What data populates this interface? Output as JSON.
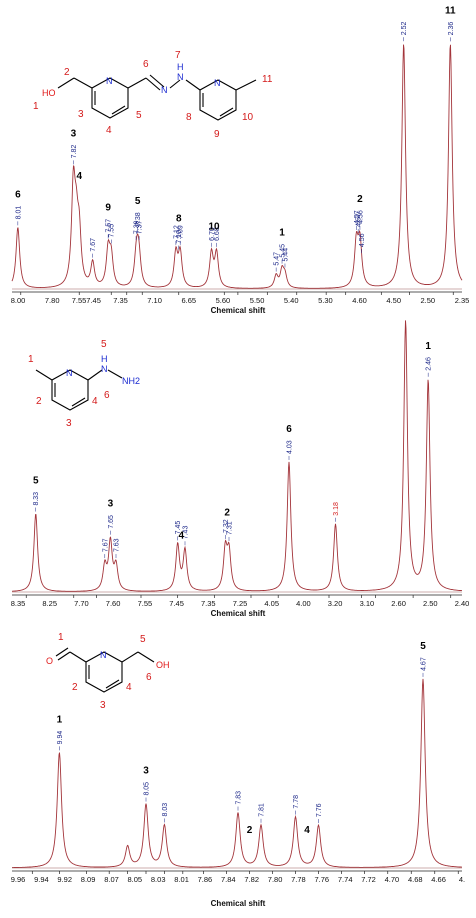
{
  "chart_data": [
    {
      "type": "line",
      "xlabel": "Chemical shift",
      "x_reversed": true,
      "segments": [
        {
          "ticks": [
            8.0,
            7.8
          ]
        },
        {
          "ticks": [
            7.55,
            7.45
          ]
        },
        {
          "ticks": [
            7.35,
            7.1
          ]
        },
        {
          "ticks": [
            6.65
          ]
        },
        {
          "ticks": [
            5.6,
            5.5,
            5.4,
            5.3
          ]
        },
        {
          "ticks": [
            4.6,
            4.5
          ]
        },
        {
          "ticks": [
            2.5,
            2.35
          ]
        }
      ],
      "tick_labels": [
        "8.00",
        "7.80",
        "7.557.45",
        "7.35",
        "7.10",
        "6.65",
        "5.60",
        "5.50",
        "5.40",
        "5.30",
        "4.60",
        "4.50",
        "2.50",
        "2.35"
      ],
      "peaks": [
        {
          "shift": 8.01,
          "height": 0.25
        },
        {
          "shift": 7.82,
          "height": 0.4
        },
        {
          "shift": 7.81,
          "height": 0.2
        },
        {
          "shift": 7.8,
          "height": 0.2
        },
        {
          "shift": 7.67,
          "height": 0.1
        },
        {
          "shift": 7.57,
          "height": 0.15
        },
        {
          "shift": 7.55,
          "height": 0.12
        },
        {
          "shift": 7.39,
          "height": 0.09
        },
        {
          "shift": 7.38,
          "height": 0.1
        },
        {
          "shift": 7.37,
          "height": 0.09
        },
        {
          "shift": 7.12,
          "height": 0.14
        },
        {
          "shift": 7.09,
          "height": 0.14
        },
        {
          "shift": 6.7,
          "height": 0.14
        },
        {
          "shift": 6.68,
          "height": 0.14
        },
        {
          "shift": 5.47,
          "height": 0.05
        },
        {
          "shift": 5.45,
          "height": 0.07
        },
        {
          "shift": 5.44,
          "height": 0.05
        },
        {
          "shift": 4.57,
          "height": 0.18
        },
        {
          "shift": 4.56,
          "height": 0.18
        },
        {
          "shift": 2.52,
          "height": 1.0
        },
        {
          "shift": 2.36,
          "height": 1.0
        }
      ],
      "peak_labels": [
        {
          "text": "8.01",
          "shift": 8.01
        },
        {
          "text": "7.82",
          "shift": 7.82
        },
        {
          "text": "7.67",
          "shift": 7.67
        },
        {
          "text": "7.57",
          "shift": 7.57
        },
        {
          "text": "7.55",
          "shift": 7.55
        },
        {
          "text": "7.39",
          "shift": 7.39
        },
        {
          "text": "7.38",
          "shift": 7.38
        },
        {
          "text": "7.37",
          "shift": 7.37
        },
        {
          "text": "7.12",
          "shift": 7.12
        },
        {
          "text": "7.10",
          "shift": 7.1
        },
        {
          "text": "7.09",
          "shift": 7.09
        },
        {
          "text": "6.70",
          "shift": 6.7
        },
        {
          "text": "6.68",
          "shift": 6.68
        },
        {
          "text": "5.47",
          "shift": 5.47
        },
        {
          "text": "5.45",
          "shift": 5.45
        },
        {
          "text": "5.44",
          "shift": 5.44
        },
        {
          "text": "4.57",
          "shift": 4.57
        },
        {
          "text": "4.57",
          "shift": 4.565
        },
        {
          "text": "4.56",
          "shift": 4.56
        },
        {
          "text": "4.56",
          "shift": 4.555
        },
        {
          "text": "2.52",
          "shift": 2.52
        },
        {
          "text": "2.36",
          "shift": 2.36
        }
      ],
      "assignments": [
        {
          "text": "6",
          "shift": 8.01
        },
        {
          "text": "3",
          "shift": 7.82
        },
        {
          "text": "4",
          "shift": 7.8
        },
        {
          "text": "9",
          "shift": 7.57
        },
        {
          "text": "5",
          "shift": 7.38
        },
        {
          "text": "8",
          "shift": 7.1
        },
        {
          "text": "10",
          "shift": 6.69
        },
        {
          "text": "1",
          "shift": 5.45
        },
        {
          "text": "2",
          "shift": 4.56
        },
        {
          "text": "11",
          "shift": 2.36
        }
      ],
      "structure": {
        "atoms": [
          "N",
          "N",
          "N",
          "H",
          "N",
          "HO"
        ],
        "numbers": [
          "1",
          "2",
          "3",
          "4",
          "5",
          "6",
          "7",
          "8",
          "9",
          "10",
          "11"
        ]
      }
    },
    {
      "type": "line",
      "xlabel": "Chemical shift",
      "x_reversed": true,
      "segments": [
        {
          "ticks": [
            8.35,
            8.25
          ]
        },
        {
          "ticks": [
            7.7
          ]
        },
        {
          "ticks": [
            7.55,
            7.45,
            7.35,
            7.25
          ]
        },
        {
          "ticks": [
            4.05
          ]
        },
        {
          "ticks": [
            3.2,
            3.1
          ]
        },
        {
          "ticks": [
            2.6,
            2.5,
            2.4
          ]
        }
      ],
      "tick_labels": [
        "8.35",
        "8.25",
        "7.70",
        "7.60",
        "7.55",
        "7.45",
        "7.35",
        "7.25",
        "4.05",
        "4.00",
        "3.20",
        "3.10",
        "2.60",
        "2.50",
        "2.40"
      ],
      "peaks": [
        {
          "shift": 8.33,
          "height": 0.29
        },
        {
          "shift": 7.67,
          "height": 0.09
        },
        {
          "shift": 7.65,
          "height": 0.18
        },
        {
          "shift": 7.63,
          "height": 0.09
        },
        {
          "shift": 7.45,
          "height": 0.17
        },
        {
          "shift": 7.43,
          "height": 0.15
        },
        {
          "shift": 7.32,
          "height": 0.15
        },
        {
          "shift": 7.31,
          "height": 0.14
        },
        {
          "shift": 4.03,
          "height": 0.48
        },
        {
          "shift": 3.18,
          "height": 0.25
        },
        {
          "shift": 2.52,
          "height": 1.0
        },
        {
          "shift": 2.46,
          "height": 0.78
        }
      ],
      "peak_labels": [
        {
          "text": "8.33",
          "shift": 8.33
        },
        {
          "text": "7.67",
          "shift": 7.67
        },
        {
          "text": "7.65",
          "shift": 7.65
        },
        {
          "text": "7.63",
          "shift": 7.63
        },
        {
          "text": "7.45",
          "shift": 7.45
        },
        {
          "text": "7.43",
          "shift": 7.43
        },
        {
          "text": "7.32",
          "shift": 7.32
        },
        {
          "text": "7.31",
          "shift": 7.31
        },
        {
          "text": "4.03",
          "shift": 4.03
        },
        {
          "text": "3.18",
          "shift": 3.18,
          "color": "#d42020"
        },
        {
          "text": "2.46",
          "shift": 2.46
        }
      ],
      "assignments": [
        {
          "text": "5",
          "shift": 8.33
        },
        {
          "text": "3",
          "shift": 7.65
        },
        {
          "text": "4",
          "shift": 7.44
        },
        {
          "text": "2",
          "shift": 7.315
        },
        {
          "text": "6",
          "shift": 4.03
        },
        {
          "text": "1",
          "shift": 2.46
        }
      ],
      "structure": {
        "atoms": [
          "N",
          "N",
          "H",
          "NH2"
        ],
        "numbers": [
          "1",
          "2",
          "3",
          "4",
          "5",
          "6"
        ]
      }
    },
    {
      "type": "line",
      "xlabel": "Chemical shift",
      "x_reversed": true,
      "segments": [
        {
          "ticks": [
            9.96,
            9.94,
            9.92
          ]
        },
        {
          "ticks": [
            8.09,
            8.07,
            8.05,
            8.03,
            8.01
          ]
        },
        {
          "ticks": [
            7.86,
            7.84,
            7.82,
            7.8,
            7.78,
            7.76,
            7.74,
            7.72
          ]
        },
        {
          "ticks": [
            4.7,
            4.68,
            4.66,
            4.64
          ]
        }
      ],
      "tick_labels": [
        "9.96",
        "9.94",
        "9.92",
        "8.09",
        "8.07",
        "8.05",
        "8.03",
        "8.01",
        "7.86",
        "7.84",
        "7.82",
        "7.80",
        "7.78",
        "7.76",
        "7.74",
        "7.72",
        "4.70",
        "4.68",
        "4.66",
        "4."
      ],
      "peaks": [
        {
          "shift": 9.94,
          "height": 0.55
        },
        {
          "shift": 8.07,
          "height": 0.1
        },
        {
          "shift": 8.05,
          "height": 0.3
        },
        {
          "shift": 8.03,
          "height": 0.2
        },
        {
          "shift": 7.83,
          "height": 0.26
        },
        {
          "shift": 7.81,
          "height": 0.2
        },
        {
          "shift": 7.78,
          "height": 0.24
        },
        {
          "shift": 7.76,
          "height": 0.2
        },
        {
          "shift": 4.67,
          "height": 0.9
        }
      ],
      "peak_labels": [
        {
          "text": "9.94",
          "shift": 9.94
        },
        {
          "text": "8.05",
          "shift": 8.05
        },
        {
          "text": "8.03",
          "shift": 8.03
        },
        {
          "text": "7.83",
          "shift": 7.83
        },
        {
          "text": "7.81",
          "shift": 7.81
        },
        {
          "text": "7.78",
          "shift": 7.78
        },
        {
          "text": "7.76",
          "shift": 7.76
        },
        {
          "text": "4.67",
          "shift": 4.67
        }
      ],
      "assignments": [
        {
          "text": "1",
          "shift": 9.94
        },
        {
          "text": "3",
          "shift": 8.05
        },
        {
          "text": "2",
          "shift": 7.82
        },
        {
          "text": "4",
          "shift": 7.77
        },
        {
          "text": "5",
          "shift": 4.67
        }
      ],
      "structure": {
        "atoms": [
          "O",
          "N",
          "OH"
        ],
        "numbers": [
          "1",
          "2",
          "3",
          "4",
          "5",
          "6"
        ]
      }
    }
  ],
  "colors": {
    "spectrum": "#a3343a",
    "peak_label": "#1f2a8a",
    "assignment": "#000000",
    "atom_number": "#d41a1a",
    "nitrogen": "#1a2ad0",
    "oxygen": "#e01818"
  }
}
